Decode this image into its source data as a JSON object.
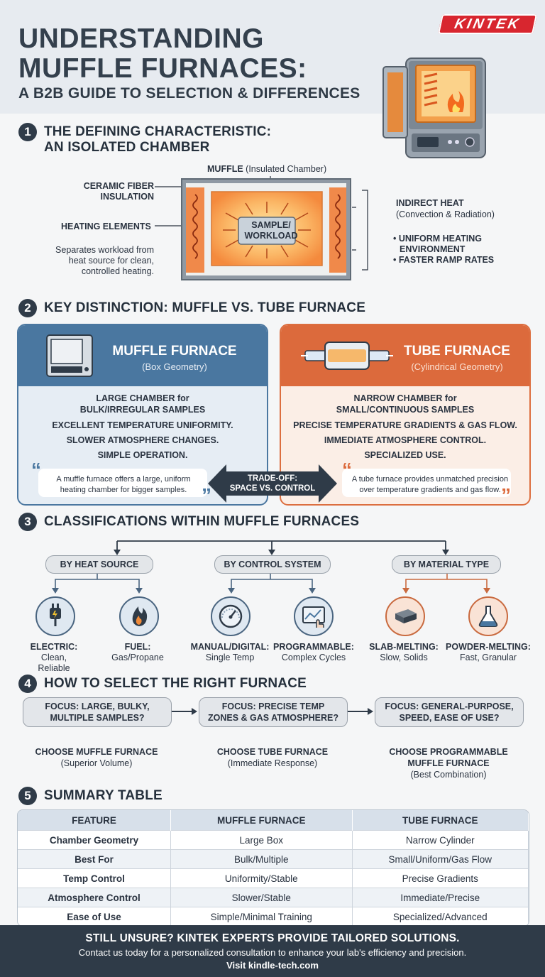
{
  "header": {
    "title_line1": "UNDERSTANDING",
    "title_line2": "MUFFLE FURNACES:",
    "subtitle": "A B2B GUIDE TO SELECTION & DIFFERENCES",
    "logo": "KINTEK"
  },
  "s1": {
    "num": "1",
    "title_line1": "THE DEFINING CHARACTERISTIC:",
    "title_line2": "AN ISOLATED CHAMBER",
    "muffle_bold": "MUFFLE",
    "muffle_rest": "(Insulated Chamber)",
    "insulation_l1": "CERAMIC FIBER",
    "insulation_l2": "INSULATION",
    "heating": "HEATING ELEMENTS",
    "note_l1": "Separates workload from",
    "note_l2": "heat source for clean,",
    "note_l3": "controlled heating.",
    "sample_l1": "SAMPLE/",
    "sample_l2": "WORKLOAD",
    "indirect": "INDIRECT HEAT",
    "indirect_sub": "(Convection & Radiation)",
    "bullet1_l1": "UNIFORM HEATING",
    "bullet1_l2": "ENVIRONMENT",
    "bullet2": "FASTER RAMP RATES"
  },
  "s2": {
    "num": "2",
    "title": "KEY DISTINCTION: MUFFLE VS. TUBE FURNACE",
    "muffle": {
      "title": "MUFFLE FURNACE",
      "sub": "(Box Geometry)",
      "line1": "LARGE CHAMBER for",
      "line2": "BULK/IRREGULAR SAMPLES",
      "line3": "EXCELLENT TEMPERATURE UNIFORMITY.",
      "line4": "SLOWER ATMOSPHERE CHANGES.",
      "line5": "SIMPLE OPERATION.",
      "quote_l1": "A muffle furnace offers a large, uniform",
      "quote_l2": "heating chamber for bigger samples."
    },
    "tube": {
      "title": "TUBE FURNACE",
      "sub": "(Cylindrical Geometry)",
      "line1": "NARROW CHAMBER for",
      "line2": "SMALL/CONTINUOUS SAMPLES",
      "line3": "PRECISE TEMPERATURE GRADIENTS & GAS FLOW.",
      "line4": "IMMEDIATE ATMOSPHERE CONTROL.",
      "line5": "SPECIALIZED USE.",
      "quote_l1": "A tube furnace provides unmatched precision",
      "quote_l2": "over temperature gradients and gas flow."
    },
    "tradeoff_l1": "TRADE-OFF:",
    "tradeoff_l2": "SPACE VS. CONTROL"
  },
  "s3": {
    "num": "3",
    "title": "CLASSIFICATIONS WITHIN MUFFLE FURNACES",
    "groups": [
      {
        "label": "BY HEAT SOURCE",
        "items": [
          {
            "title": "ELECTRIC:",
            "sub": "Clean, Reliable",
            "icon": "plug-icon"
          },
          {
            "title": "FUEL:",
            "sub": "Gas/Propane",
            "icon": "flame-icon"
          }
        ]
      },
      {
        "label": "BY CONTROL SYSTEM",
        "items": [
          {
            "title": "MANUAL/DIGITAL:",
            "sub": "Single Temp",
            "icon": "gauge-icon"
          },
          {
            "title": "PROGRAMMABLE:",
            "sub": "Complex Cycles",
            "icon": "touchscreen-icon"
          }
        ]
      },
      {
        "label": "BY MATERIAL TYPE",
        "items": [
          {
            "title": "SLAB-MELTING:",
            "sub": "Slow, Solids",
            "icon": "slab-icon"
          },
          {
            "title": "POWDER-MELTING:",
            "sub": "Fast, Granular",
            "icon": "flask-icon"
          }
        ]
      }
    ]
  },
  "s4": {
    "num": "4",
    "title": "HOW TO SELECT THE RIGHT FURNACE",
    "steps": [
      {
        "focus_l1": "FOCUS: LARGE, BULKY,",
        "focus_l2": "MULTIPLE SAMPLES?",
        "choice_l1": "CHOOSE MUFFLE FURNACE",
        "choice_l2": "",
        "reason": "(Superior Volume)"
      },
      {
        "focus_l1": "FOCUS: PRECISE TEMP",
        "focus_l2": "ZONES & GAS ATMOSPHERE?",
        "choice_l1": "CHOOSE TUBE FURNACE",
        "choice_l2": "",
        "reason": "(Immediate Response)"
      },
      {
        "focus_l1": "FOCUS: GENERAL-PURPOSE,",
        "focus_l2": "SPEED, EASE OF USE?",
        "choice_l1": "CHOOSE PROGRAMMABLE",
        "choice_l2": "MUFFLE FURNACE",
        "reason": "(Best Combination)"
      }
    ]
  },
  "s5": {
    "num": "5",
    "title": "SUMMARY TABLE",
    "headers": [
      "FEATURE",
      "MUFFLE FURNACE",
      "TUBE FURNACE"
    ],
    "rows": [
      [
        "Chamber Geometry",
        "Large Box",
        "Narrow Cylinder"
      ],
      [
        "Best For",
        "Bulk/Multiple",
        "Small/Uniform/Gas Flow"
      ],
      [
        "Temp Control",
        "Uniformity/Stable",
        "Precise Gradients"
      ],
      [
        "Atmosphere Control",
        "Slower/Stable",
        "Immediate/Precise"
      ],
      [
        "Ease of Use",
        "Simple/Minimal Training",
        "Specialized/Advanced"
      ]
    ]
  },
  "footer": {
    "headline": "STILL UNSURE? KINTEK EXPERTS PROVIDE TAILORED SOLUTIONS.",
    "line2": "Contact us today for a personalized consultation to enhance your lab's efficiency and precision.",
    "line3": "Visit kindle-tech.com"
  },
  "colors": {
    "navy": "#2f3b48",
    "blue": "#4a77a0",
    "orange": "#dc6a3c",
    "brand_red": "#d8262f"
  }
}
